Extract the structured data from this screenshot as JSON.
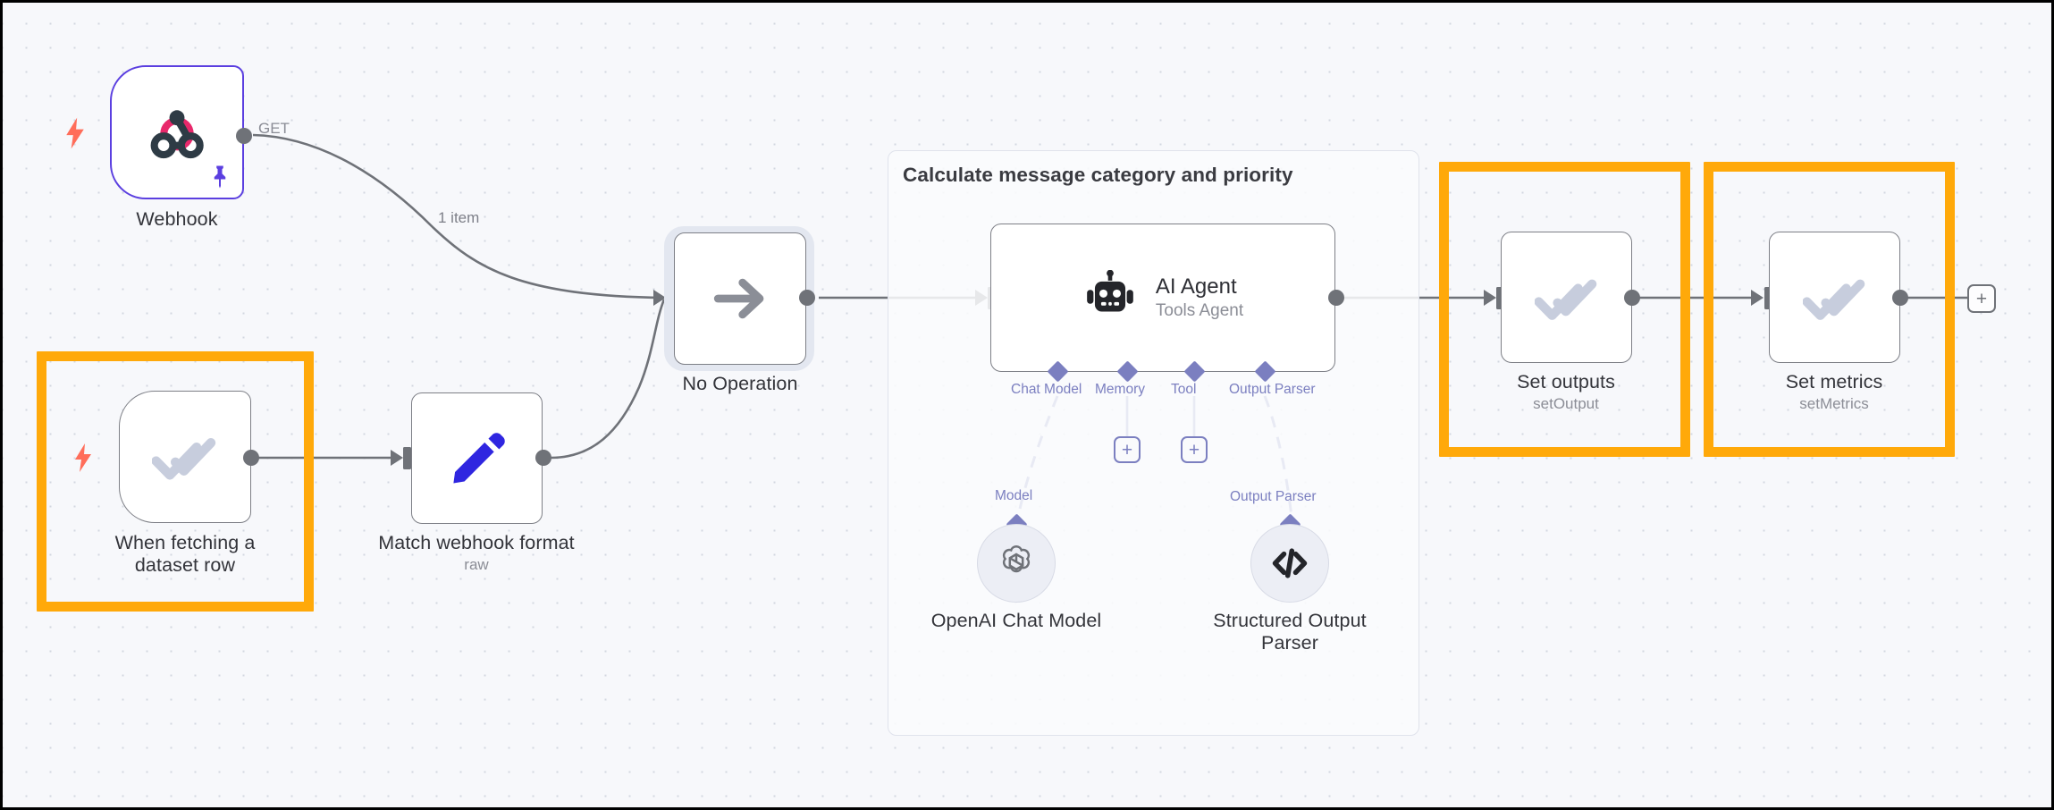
{
  "canvas": {
    "background": "#f7f8fb",
    "grid_color": "#d3d7e0",
    "highlight_color": "#ffa90a",
    "connector_color": "#6f7278",
    "accent_purple": "#7b7fc0"
  },
  "group_note": {
    "title": "Calculate message category and priority"
  },
  "nodes": [
    {
      "id": "webhook",
      "title": "Webhook",
      "subtitle": "",
      "icon": "webhook-icon",
      "type": "trigger",
      "output_label": "GET",
      "pinned": true,
      "has_bolt": true
    },
    {
      "id": "when-fetching-dataset-row",
      "title": "When fetching a dataset row",
      "subtitle": "",
      "icon": "double-check-icon",
      "type": "trigger",
      "highlighted": true,
      "has_bolt": true
    },
    {
      "id": "match-webhook-format",
      "title": "Match webhook format",
      "subtitle": "raw",
      "icon": "pencil-icon",
      "type": "action"
    },
    {
      "id": "no-operation",
      "title": "No Operation",
      "subtitle": "",
      "icon": "arrow-right-icon",
      "type": "action",
      "selected": true
    },
    {
      "id": "ai-agent",
      "title": "AI Agent",
      "subtitle": "Tools Agent",
      "icon": "robot-icon",
      "type": "agent"
    },
    {
      "id": "set-outputs",
      "title": "Set outputs",
      "subtitle": "setOutput",
      "icon": "double-check-icon",
      "type": "action",
      "highlighted": true
    },
    {
      "id": "set-metrics",
      "title": "Set metrics",
      "subtitle": "setMetrics",
      "icon": "double-check-icon",
      "type": "action",
      "highlighted": true
    },
    {
      "id": "openai-chat-model",
      "title": "OpenAI Chat Model",
      "subtitle": "",
      "icon": "openai-icon",
      "type": "sub-node",
      "port_label": "Model"
    },
    {
      "id": "structured-output-parser",
      "title": "Structured Output Parser",
      "subtitle": "",
      "icon": "code-brackets-icon",
      "type": "sub-node",
      "port_label": "Output Parser"
    }
  ],
  "agent_ports": [
    {
      "label": "Chat Model",
      "connected": true
    },
    {
      "label": "Memory",
      "connected": false
    },
    {
      "label": "Tool",
      "connected": false
    },
    {
      "label": "Output Parser",
      "connected": true
    }
  ],
  "edges": [
    {
      "from": "webhook",
      "to": "no-operation",
      "label": "1 item"
    },
    {
      "from": "when-fetching-dataset-row",
      "to": "match-webhook-format",
      "label": ""
    },
    {
      "from": "match-webhook-format",
      "to": "no-operation",
      "label": ""
    },
    {
      "from": "no-operation",
      "to": "ai-agent",
      "label": ""
    },
    {
      "from": "ai-agent",
      "to": "set-outputs",
      "label": ""
    },
    {
      "from": "set-outputs",
      "to": "set-metrics",
      "label": ""
    }
  ],
  "add_button": {
    "label": "+"
  },
  "plus_buttons": [
    {
      "label": "+"
    },
    {
      "label": "+"
    }
  ]
}
